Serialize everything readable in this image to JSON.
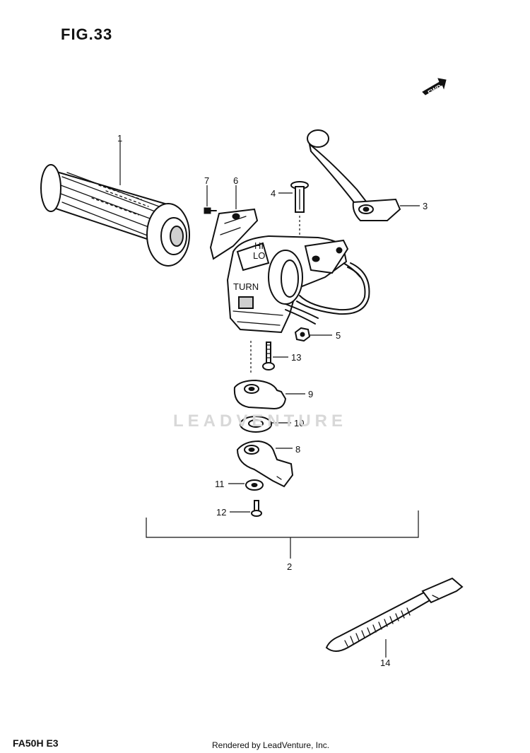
{
  "figure": {
    "title": "FIG.33",
    "direction_label": "FWD",
    "watermark": "LEADVENTURE",
    "model_code": "FA50H E3",
    "credit": "Rendered by LeadVenture, Inc."
  },
  "callouts": [
    {
      "id": "callout-1",
      "label": "1",
      "part": "grip"
    },
    {
      "id": "callout-2",
      "label": "2",
      "part": "switch-assembly"
    },
    {
      "id": "callout-3",
      "label": "3",
      "part": "lever"
    },
    {
      "id": "callout-4",
      "label": "4",
      "part": "pivot-bolt"
    },
    {
      "id": "callout-5",
      "label": "5",
      "part": "nut"
    },
    {
      "id": "callout-6",
      "label": "6",
      "part": "switch-cover"
    },
    {
      "id": "callout-7",
      "label": "7",
      "part": "screw"
    },
    {
      "id": "callout-8",
      "label": "8",
      "part": "clamp-lower"
    },
    {
      "id": "callout-9",
      "label": "9",
      "part": "clamp-upper"
    },
    {
      "id": "callout-10",
      "label": "10",
      "part": "washer"
    },
    {
      "id": "callout-11",
      "label": "11",
      "part": "washer-small"
    },
    {
      "id": "callout-12",
      "label": "12",
      "part": "screw-small"
    },
    {
      "id": "callout-13",
      "label": "13",
      "part": "bolt"
    },
    {
      "id": "callout-14",
      "label": "14",
      "part": "cable-tie"
    }
  ],
  "switch_labels": {
    "hi": "HI",
    "lo": "LO",
    "turn": "TURN"
  }
}
